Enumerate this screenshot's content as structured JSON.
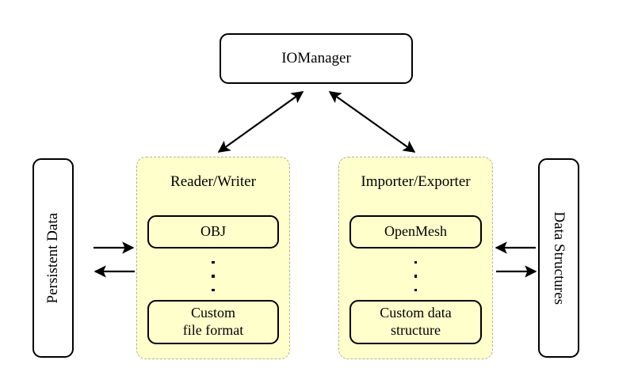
{
  "diagram": {
    "type": "block-architecture-diagram",
    "background_color": "#ffffff",
    "group_fill_color": "#ffffcc",
    "group_border_color": "#b0b0a0",
    "node_border_color": "#000000",
    "manager": {
      "label": "IOManager"
    },
    "sides": {
      "left": {
        "label": "Persistent Data",
        "rotation": "-90"
      },
      "right": {
        "label": "Data Structures",
        "rotation": "90"
      }
    },
    "groups": [
      {
        "id": "reader-writer",
        "title": "Reader/Writer",
        "first_item": "OBJ",
        "ellipsis": "⋮",
        "last_item_line1": "Custom",
        "last_item_line2": "file format"
      },
      {
        "id": "importer-exporter",
        "title": "Importer/Exporter",
        "first_item": "OpenMesh",
        "ellipsis": "⋮",
        "last_item_line1": "Custom data",
        "last_item_line2": "structure"
      }
    ],
    "connections": [
      {
        "id": "manager-to-reader-writer",
        "from": "IOManager",
        "to": "Reader/Writer",
        "style": "double-headed-diagonal"
      },
      {
        "id": "manager-to-importer-exporter",
        "from": "IOManager",
        "to": "Importer/Exporter",
        "style": "double-headed-diagonal"
      },
      {
        "id": "persistent-data-to-reader-writer",
        "from": "Persistent Data",
        "to": "Reader/Writer",
        "style": "single-headed-right"
      },
      {
        "id": "reader-writer-to-persistent-data",
        "from": "Reader/Writer",
        "to": "Persistent Data",
        "style": "single-headed-left"
      },
      {
        "id": "data-structures-to-importer-exporter",
        "from": "Data Structures",
        "to": "Importer/Exporter",
        "style": "single-headed-left"
      },
      {
        "id": "importer-exporter-to-data-structures",
        "from": "Importer/Exporter",
        "to": "Data Structures",
        "style": "single-headed-right"
      }
    ]
  }
}
